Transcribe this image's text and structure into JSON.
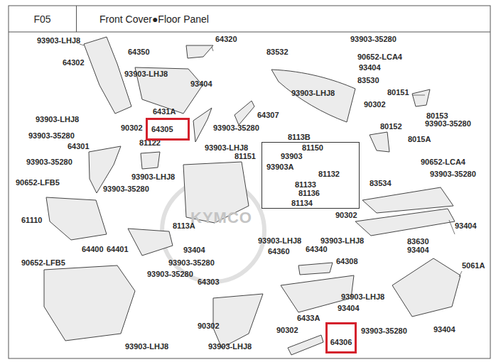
{
  "diagram": {
    "title": "Front Cover●Floor Panel",
    "nodes": [
      {
        "text": [
          "F05"
        ]
      },
      {
        "text": [
          "64305"
        ]
      },
      {
        "text": [
          "8113B",
          "81150",
          "93903",
          "93903A",
          "81132",
          "81133",
          "81136",
          "81134"
        ]
      },
      {
        "text": [
          "64306"
        ]
      }
    ],
    "labels": [
      "93903-LHJ8",
      "64320",
      "93903-35280",
      "64350",
      "83532",
      "90652-LCA4",
      "64302",
      "93404",
      "93903-LHJ8",
      "93404",
      "83530",
      "93903-LHJ8",
      "80151",
      "90302",
      "6431A",
      "64307",
      "80153",
      "93903-LHJ8",
      "93903-35280",
      "80152",
      "90302",
      "93903-35280",
      "93903-35280",
      "8015A",
      "64301",
      "81122",
      "93903-LHJ8",
      "81151",
      "93903-35280",
      "90652-LCA4",
      "93903-35280",
      "93903-LHJ8",
      "90652-LFB5",
      "83534",
      "93903-35280",
      "90302",
      "61110",
      "8113A",
      "93404",
      "93903-LHJ8",
      "93903-LHJ8",
      "83630",
      "64400",
      "64401",
      "93404",
      "64340",
      "93404",
      "64360",
      "64308",
      "90652-LFB5",
      "93903-35280",
      "5061A",
      "93903-35280",
      "64303",
      "93903-LHJ8",
      "93404",
      "6433A",
      "90302",
      "90302",
      "93404",
      "93903-35280",
      "93903-LHJ8",
      "93903-LHJ8",
      "KYMCO"
    ]
  }
}
